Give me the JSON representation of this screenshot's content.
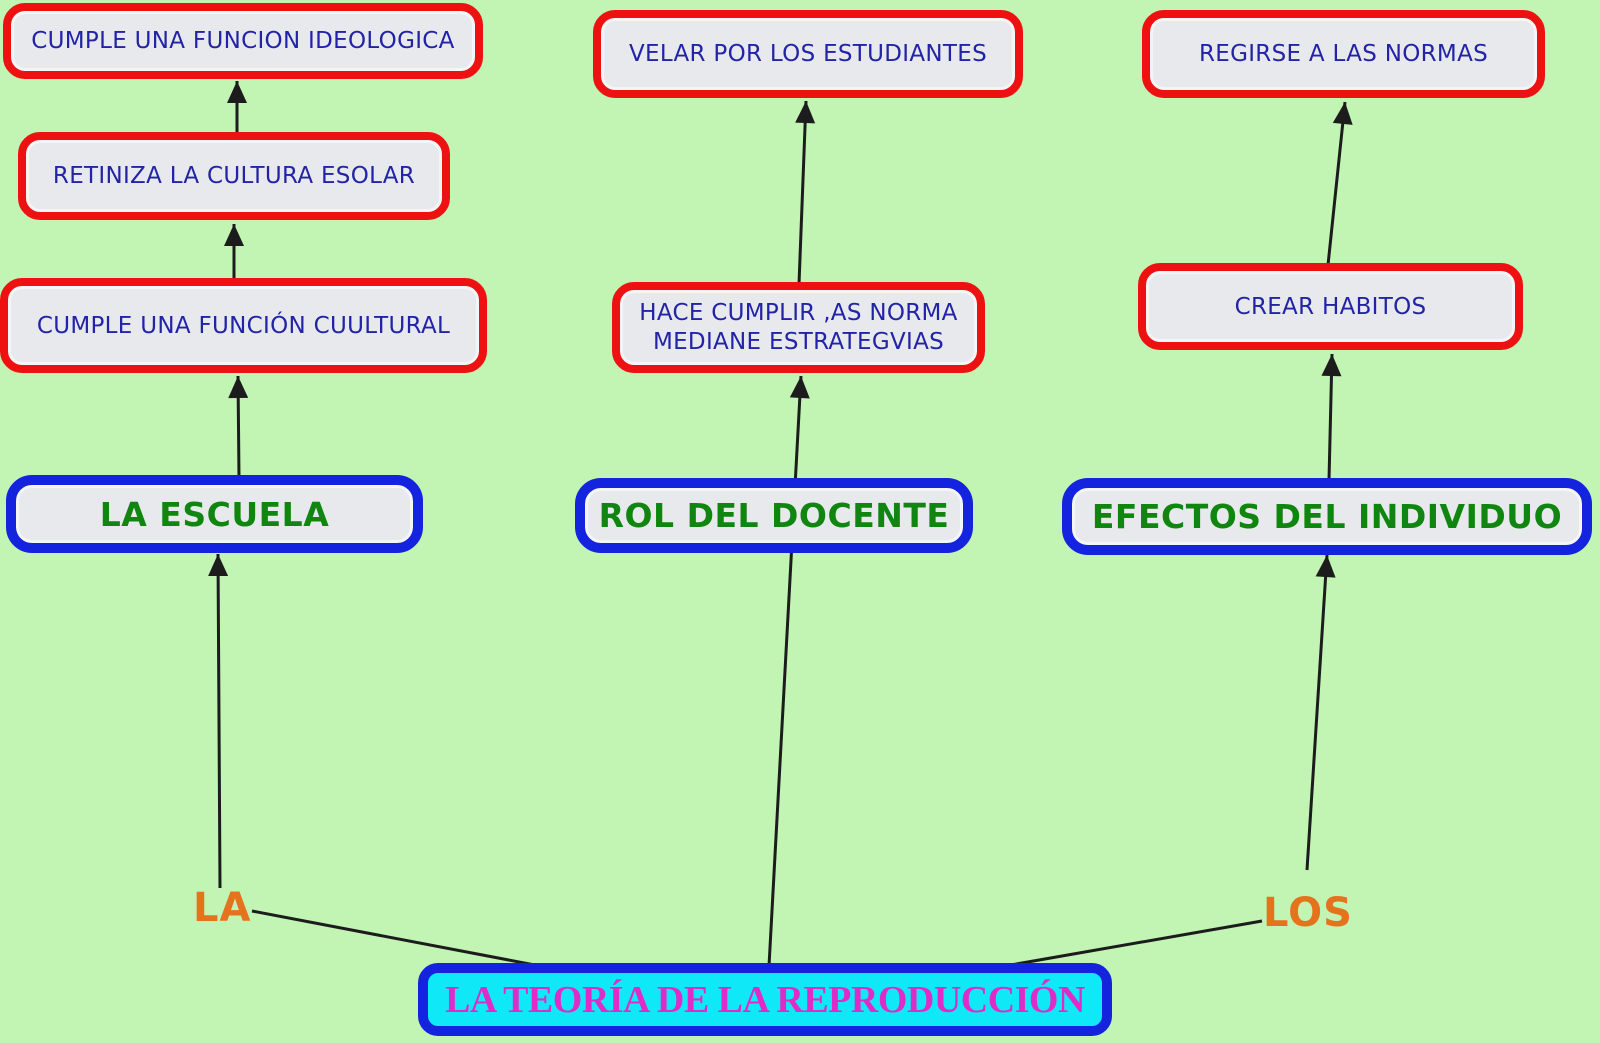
{
  "diagram": {
    "type": "concept-map",
    "language": "es"
  },
  "nodes": {
    "teoria": {
      "label": "LA TEORÍA DE LA REPRODUCCIÓN",
      "style": "root-cyan"
    },
    "escuela": {
      "label": "LA ESCUELA",
      "style": "blue-major"
    },
    "cultural": {
      "label": "CUMPLE UNA FUNCIÓN CUULTURAL",
      "style": "red"
    },
    "retiniza": {
      "label": "RETINIZA LA CULTURA ESOLAR",
      "style": "red"
    },
    "ideologica": {
      "label": "CUMPLE UNA FUNCION IDEOLOGICA",
      "style": "red"
    },
    "rol": {
      "label": "ROL DEL DOCENTE",
      "style": "blue-major"
    },
    "hace": {
      "line1": "HACE CUMPLIR ,AS NORMA",
      "line2": "MEDIANE ESTRATEGVIAS",
      "style": "red"
    },
    "velar": {
      "label": "VELAR POR LOS ESTUDIANTES",
      "style": "red"
    },
    "efectos": {
      "label": "EFECTOS DEL INDIVIDUO",
      "style": "blue-major"
    },
    "crear": {
      "label": "CREAR HABITOS",
      "style": "red"
    },
    "regirse": {
      "label": "REGIRSE A LAS NORMAS",
      "style": "red"
    }
  },
  "connector_labels": {
    "la": "LA",
    "los": "LOS"
  },
  "edges": [
    {
      "from": "teoria",
      "to": "escuela",
      "label": "LA"
    },
    {
      "from": "escuela",
      "to": "cultural",
      "label": ""
    },
    {
      "from": "cultural",
      "to": "retiniza",
      "label": ""
    },
    {
      "from": "retiniza",
      "to": "ideologica",
      "label": ""
    },
    {
      "from": "teoria",
      "to": "rol",
      "label": ""
    },
    {
      "from": "rol",
      "to": "hace",
      "label": ""
    },
    {
      "from": "hace",
      "to": "velar",
      "label": ""
    },
    {
      "from": "teoria",
      "to": "efectos",
      "label": "LOS"
    },
    {
      "from": "efectos",
      "to": "crear",
      "label": ""
    },
    {
      "from": "crear",
      "to": "regirse",
      "label": ""
    }
  ],
  "colors": {
    "background": "#c2f4b4",
    "node_fill": "#e7e9ec",
    "red_border": "#ee1111",
    "blue_border": "#1423de",
    "cyan_fill": "#0fe9f7",
    "line": "#1c1c1c",
    "text_blue": "#2323a8",
    "text_green": "#108510",
    "text_magenta": "#df2cc8",
    "text_orange": "#e5731d"
  }
}
